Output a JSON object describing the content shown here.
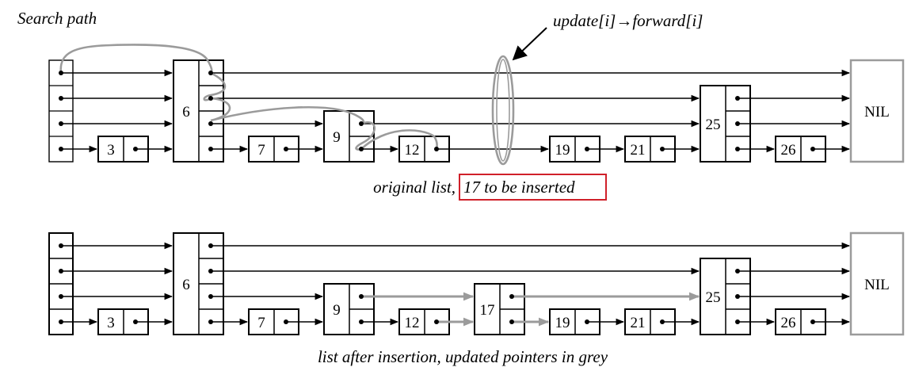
{
  "labels": {
    "search_path": "Search path",
    "update_pre": "update",
    "update_i1": "[i]",
    "update_arrow": "→",
    "update_post": "forward",
    "update_i2": "[i]",
    "top_caption_pre": "original list, ",
    "top_caption_highlight": "17 to be inserted",
    "bottom_caption": "list after insertion, updated pointers in grey",
    "nil": "NIL"
  },
  "colors": {
    "highlight_box": "#d0202a",
    "updated_pointer": "#9b9b9b"
  },
  "top_list": {
    "nodes": [
      {
        "key": "3",
        "level": 1
      },
      {
        "key": "6",
        "level": 4
      },
      {
        "key": "7",
        "level": 1
      },
      {
        "key": "9",
        "level": 2
      },
      {
        "key": "12",
        "level": 1
      },
      {
        "key": "19",
        "level": 1
      },
      {
        "key": "21",
        "level": 1
      },
      {
        "key": "25",
        "level": 3
      },
      {
        "key": "26",
        "level": 1
      }
    ]
  },
  "bottom_list": {
    "nodes": [
      {
        "key": "3",
        "level": 1
      },
      {
        "key": "6",
        "level": 4
      },
      {
        "key": "7",
        "level": 1
      },
      {
        "key": "9",
        "level": 2
      },
      {
        "key": "12",
        "level": 1
      },
      {
        "key": "17",
        "level": 2
      },
      {
        "key": "19",
        "level": 1
      },
      {
        "key": "21",
        "level": 1
      },
      {
        "key": "25",
        "level": 3
      },
      {
        "key": "26",
        "level": 1
      }
    ]
  }
}
